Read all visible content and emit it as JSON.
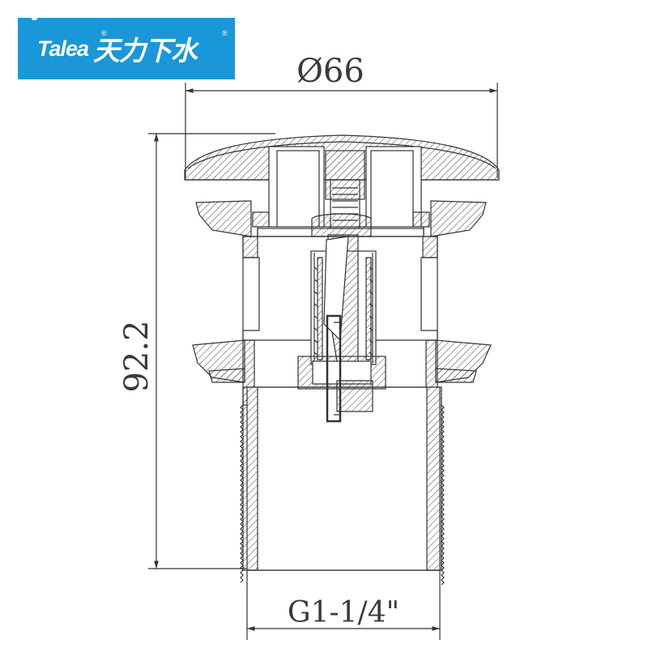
{
  "logo": {
    "brand_en": "Talea",
    "brand_cn": "天力下水",
    "registered_mark": "®",
    "background_color": "#1a97d8"
  },
  "dimensions": {
    "top_diameter": "Ø66",
    "height": "92.2",
    "thread": "G1-1/4\""
  },
  "line_color": "#333333"
}
